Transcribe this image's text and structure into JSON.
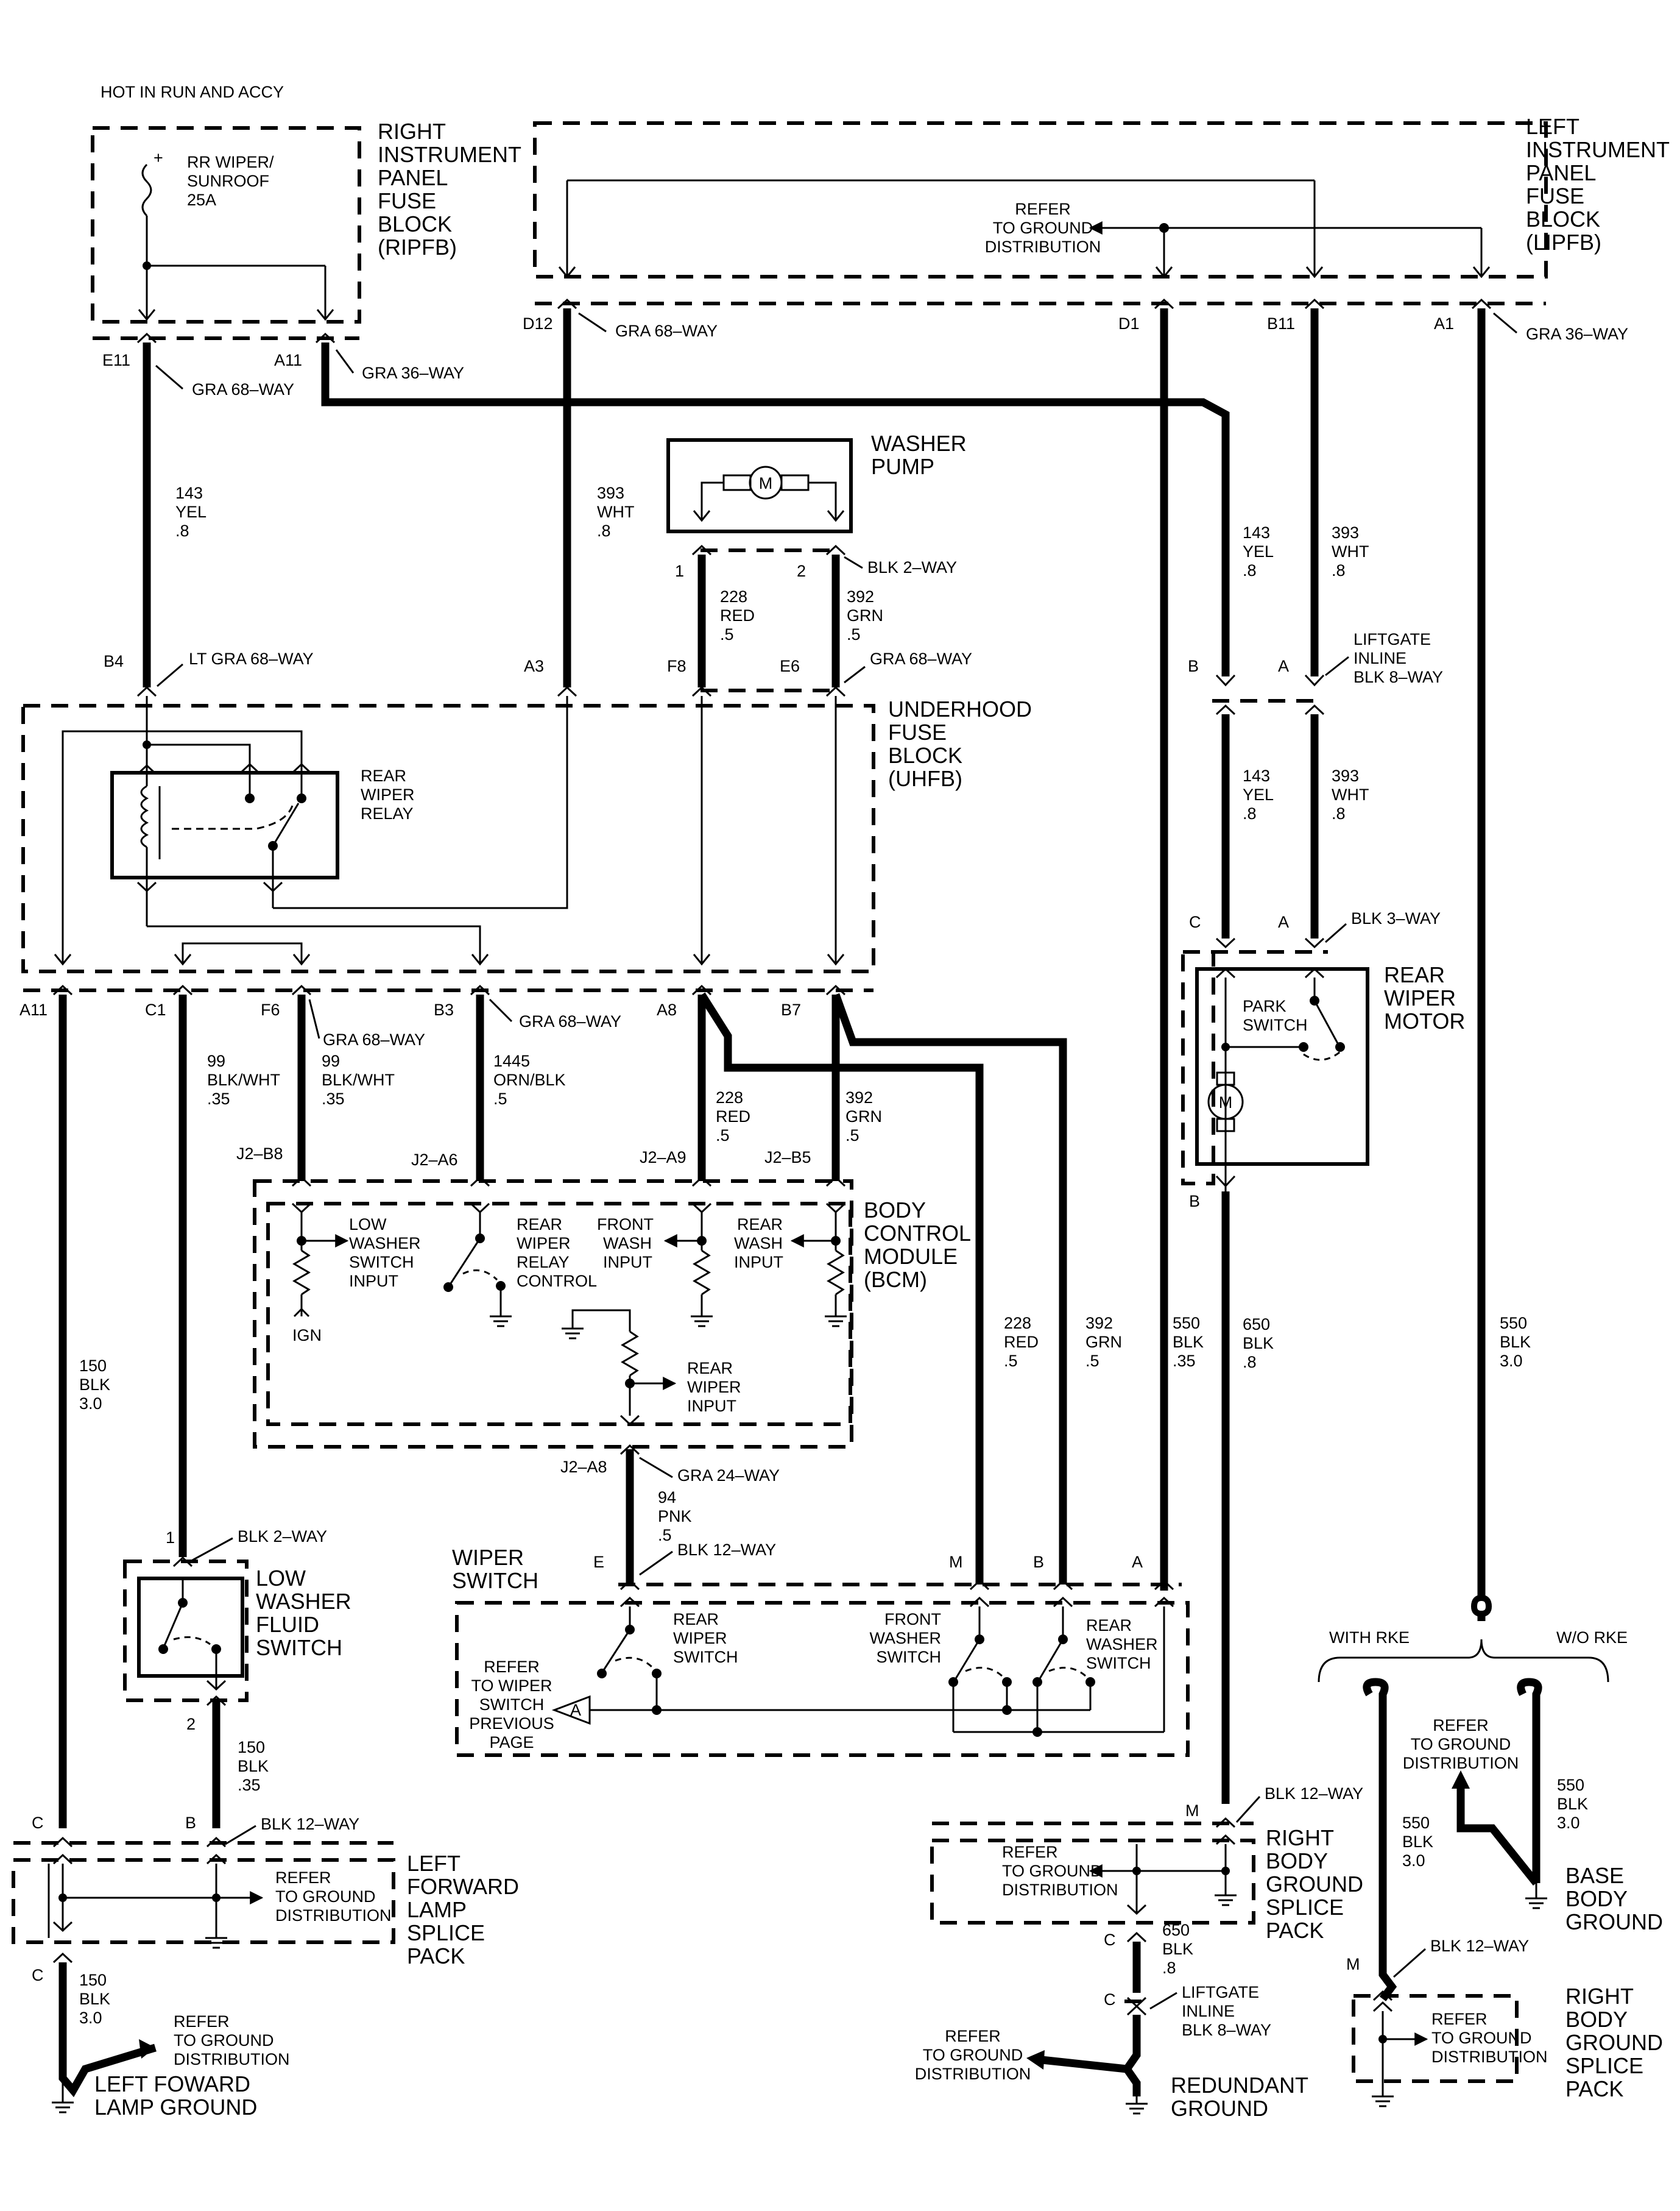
{
  "notes": {
    "hot_in_run": "HOT IN RUN AND ACCY"
  },
  "components": {
    "ripfb": [
      "RIGHT",
      "INSTRUMENT",
      "PANEL",
      "FUSE",
      "BLOCK",
      "(RIPFB)"
    ],
    "lipfb": [
      "LEFT",
      "INSTRUMENT",
      "PANEL",
      "FUSE",
      "BLOCK",
      "(LIPFB)"
    ],
    "fuse": [
      "RR WIPER/",
      "SUNROOF",
      "25A"
    ],
    "washer_pump": [
      "WASHER",
      "PUMP"
    ],
    "uhfb": [
      "UNDERHOOD",
      "FUSE",
      "BLOCK",
      "(UHFB)"
    ],
    "rear_wiper_relay": [
      "REAR",
      "WIPER",
      "RELAY"
    ],
    "rear_wiper_motor": [
      "REAR",
      "WIPER",
      "MOTOR"
    ],
    "park_switch": [
      "PARK",
      "SWITCH"
    ],
    "bcm": [
      "BODY",
      "CONTROL",
      "MODULE",
      "(BCM)"
    ],
    "bcm_low_washer": [
      "LOW",
      "WASHER",
      "SWITCH",
      "INPUT"
    ],
    "bcm_relay_control": [
      "REAR",
      "WIPER",
      "RELAY",
      "CONTROL"
    ],
    "bcm_front_wash": [
      "FRONT",
      "WASH",
      "INPUT"
    ],
    "bcm_rear_wash": [
      "REAR",
      "WASH",
      "INPUT"
    ],
    "bcm_rear_wiper_input": [
      "REAR",
      "WIPER",
      "INPUT"
    ],
    "ign": "IGN",
    "low_washer_fluid_switch": [
      "LOW",
      "WASHER",
      "FLUID",
      "SWITCH"
    ],
    "wiper_switch": [
      "WIPER",
      "SWITCH"
    ],
    "rear_wiper_switch": [
      "REAR",
      "WIPER",
      "SWITCH"
    ],
    "front_washer_switch": [
      "FRONT",
      "WASHER",
      "SWITCH"
    ],
    "rear_washer_switch": [
      "REAR",
      "WASHER",
      "SWITCH"
    ],
    "refer_wiper_switch": [
      "REFER",
      "TO WIPER",
      "SWITCH",
      "PREVIOUS",
      "PAGE"
    ],
    "ref_a": "A",
    "left_fwd_lamp_splice": [
      "LEFT",
      "FORWARD",
      "LAMP",
      "SPLICE",
      "PACK"
    ],
    "right_body_ground_splice": [
      "RIGHT",
      "BODY",
      "GROUND",
      "SPLICE",
      "PACK"
    ],
    "right_body_ground_splice_2": [
      "RIGHT",
      "BODY",
      "GROUND",
      "SPLICE",
      "PACK"
    ],
    "left_forward_lamp_ground": [
      "LEFT FOWARD",
      "LAMP GROUND"
    ],
    "redundant_ground": [
      "REDUNDANT",
      "GROUND"
    ],
    "base_body_ground": [
      "BASE",
      "BODY",
      "GROUND"
    ],
    "refer_ground": [
      "REFER",
      "TO GROUND",
      "DISTRIBUTION"
    ],
    "with_rke": "WITH RKE",
    "wo_rke": "W/O RKE",
    "liftgate_inline_top": [
      "LIFTGATE",
      "INLINE",
      "BLK 8–WAY"
    ],
    "liftgate_inline_bottom": [
      "LIFTGATE",
      "INLINE",
      "BLK 8–WAY"
    ],
    "motor_m": "M"
  },
  "connectors": {
    "gra68_e11": "GRA 68–WAY",
    "gra36_a11": "GRA 36–WAY",
    "gra68_d12": "GRA 68–WAY",
    "gra36_a1": "GRA 36–WAY",
    "blk2_pump": "BLK 2–WAY",
    "gra68_e6": "GRA 68–WAY",
    "ltgra68_b4": "LT GRA 68–WAY",
    "blk3_motor": "BLK 3–WAY",
    "gra68_f6": "GRA 68–WAY",
    "gra68_b3": "GRA 68–WAY",
    "gra24_j2a8": "GRA 24–WAY",
    "blk12_e": "BLK 12–WAY",
    "blk2_lwfs": "BLK 2–WAY",
    "blk12_b": "BLK 12–WAY",
    "blk12_m": "BLK 12–WAY",
    "blk12_m2": "BLK 12–WAY"
  },
  "pins": {
    "e11": "E11",
    "a11_top": "A11",
    "d12": "D12",
    "d1": "D1",
    "b11": "B11",
    "a1": "A1",
    "p1": "1",
    "p2": "2",
    "b4": "B4",
    "a3": "A3",
    "f8": "F8",
    "e6": "E6",
    "lift_b": "B",
    "lift_a": "A",
    "mot_c": "C",
    "mot_a": "A",
    "mot_b": "B",
    "a11_uhfb": "A11",
    "c1": "C1",
    "f6": "F6",
    "b3": "B3",
    "a8": "A8",
    "b7": "B7",
    "j2b8": "J2–B8",
    "j2a6": "J2–A6",
    "j2a9": "J2–A9",
    "j2b5": "J2–B5",
    "j2a8": "J2–A8",
    "ws_e": "E",
    "ws_m": "M",
    "ws_b": "B",
    "ws_a": "A",
    "lw_1": "1",
    "lw_2": "2",
    "lf_c": "C",
    "lf_b": "B",
    "lf_c2": "C",
    "rb_m": "M",
    "rb_c": "C",
    "rb_c2": "C",
    "rb2_m": "M"
  },
  "wires": {
    "w143_top": [
      "143",
      "YEL",
      ".8"
    ],
    "w393_left": [
      "393",
      "WHT",
      ".8"
    ],
    "w143_right": [
      "143",
      "YEL",
      ".8"
    ],
    "w393_right": [
      "393",
      "WHT",
      ".8"
    ],
    "w228_pump": [
      "228",
      "RED",
      ".5"
    ],
    "w392_pump": [
      "392",
      "GRN",
      ".5"
    ],
    "w143_lift": [
      "143",
      "YEL",
      ".8"
    ],
    "w393_lift": [
      "393",
      "WHT",
      ".8"
    ],
    "w99_c1": [
      "99",
      "BLK/WHT",
      ".35"
    ],
    "w99_f6": [
      "99",
      "BLK/WHT",
      ".35"
    ],
    "w1445": [
      "1445",
      "ORN/BLK",
      ".5"
    ],
    "w228_bcm": [
      "228",
      "RED",
      ".5"
    ],
    "w392_bcm": [
      "392",
      "GRN",
      ".5"
    ],
    "w150_left": [
      "150",
      "BLK",
      "3.0"
    ],
    "w228_ws": [
      "228",
      "RED",
      ".5"
    ],
    "w392_ws": [
      "392",
      "GRN",
      ".5"
    ],
    "w550_ws": [
      "550",
      "BLK",
      ".35"
    ],
    "w650": [
      "650",
      "BLK",
      ".8"
    ],
    "w550_right": [
      "550",
      "BLK",
      "3.0"
    ],
    "w94": [
      "94",
      "PNK",
      ".5"
    ],
    "w150_lw": [
      "150",
      "BLK",
      ".35"
    ],
    "w150_gnd": [
      "150",
      "BLK",
      "3.0"
    ],
    "w650_gnd": [
      "650",
      "BLK",
      ".8"
    ],
    "w550_rke": [
      "550",
      "BLK",
      "3.0"
    ],
    "w550_worke": [
      "550",
      "BLK",
      "3.0"
    ]
  }
}
